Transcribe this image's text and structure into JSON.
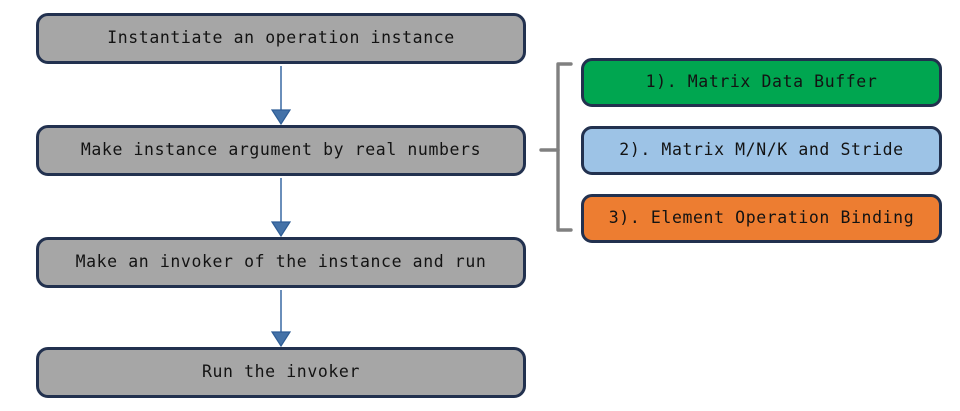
{
  "diagram": {
    "title": "Operation instance execution flow",
    "type": "flowchart",
    "background_color": "#ffffff",
    "flow": {
      "node_fill": "#a6a6a6",
      "node_border": "#22314f",
      "arrow_color": "#4472a8",
      "steps": [
        {
          "id": "step-1",
          "label": "Instantiate an operation instance"
        },
        {
          "id": "step-2",
          "label": "Make instance argument by real numbers"
        },
        {
          "id": "step-3",
          "label": "Make an invoker of the instance and run"
        },
        {
          "id": "step-4",
          "label": "Run the invoker"
        }
      ]
    },
    "detail_group": {
      "attached_to_step": "step-2",
      "bracket_color": "#808080",
      "items": [
        {
          "id": "detail-1",
          "label": "1). Matrix Data Buffer",
          "color": "#00a650"
        },
        {
          "id": "detail-2",
          "label": "2). Matrix M/N/K and Stride",
          "color": "#9dc3e6"
        },
        {
          "id": "detail-3",
          "label": "3). Element Operation Binding",
          "color": "#ed7d31"
        }
      ]
    }
  }
}
